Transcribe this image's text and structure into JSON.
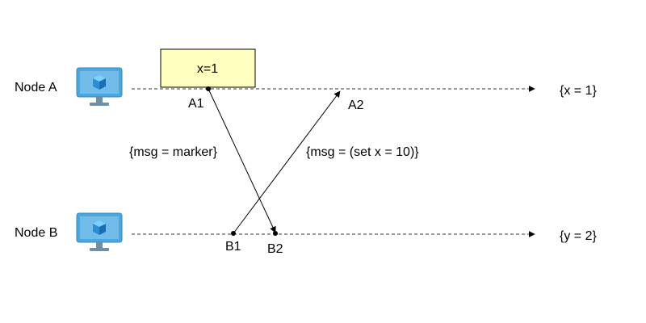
{
  "nodes": [
    {
      "id": "A",
      "label": "Node A",
      "final_state": "{x = 1}",
      "icon": "monitor-icon"
    },
    {
      "id": "B",
      "label": "Node B",
      "final_state": "{y = 2}",
      "icon": "monitor-icon"
    }
  ],
  "state_box": {
    "text": "x=1"
  },
  "events": [
    {
      "id": "A1",
      "label": "A1"
    },
    {
      "id": "A2",
      "label": "A2"
    },
    {
      "id": "B1",
      "label": "B1"
    },
    {
      "id": "B2",
      "label": "B2"
    }
  ],
  "messages": [
    {
      "from": "A1",
      "to": "B2",
      "label": "{msg = marker}"
    },
    {
      "from": "B1",
      "to": "A2",
      "label": "{msg = (set x = 10)}"
    }
  ],
  "colors": {
    "state_box_fill": "#ffffc0",
    "monitor_screen": "#4aa8e0",
    "monitor_stand": "#6f8fa3",
    "cube": "#2b8fd6",
    "line": "#333333"
  }
}
